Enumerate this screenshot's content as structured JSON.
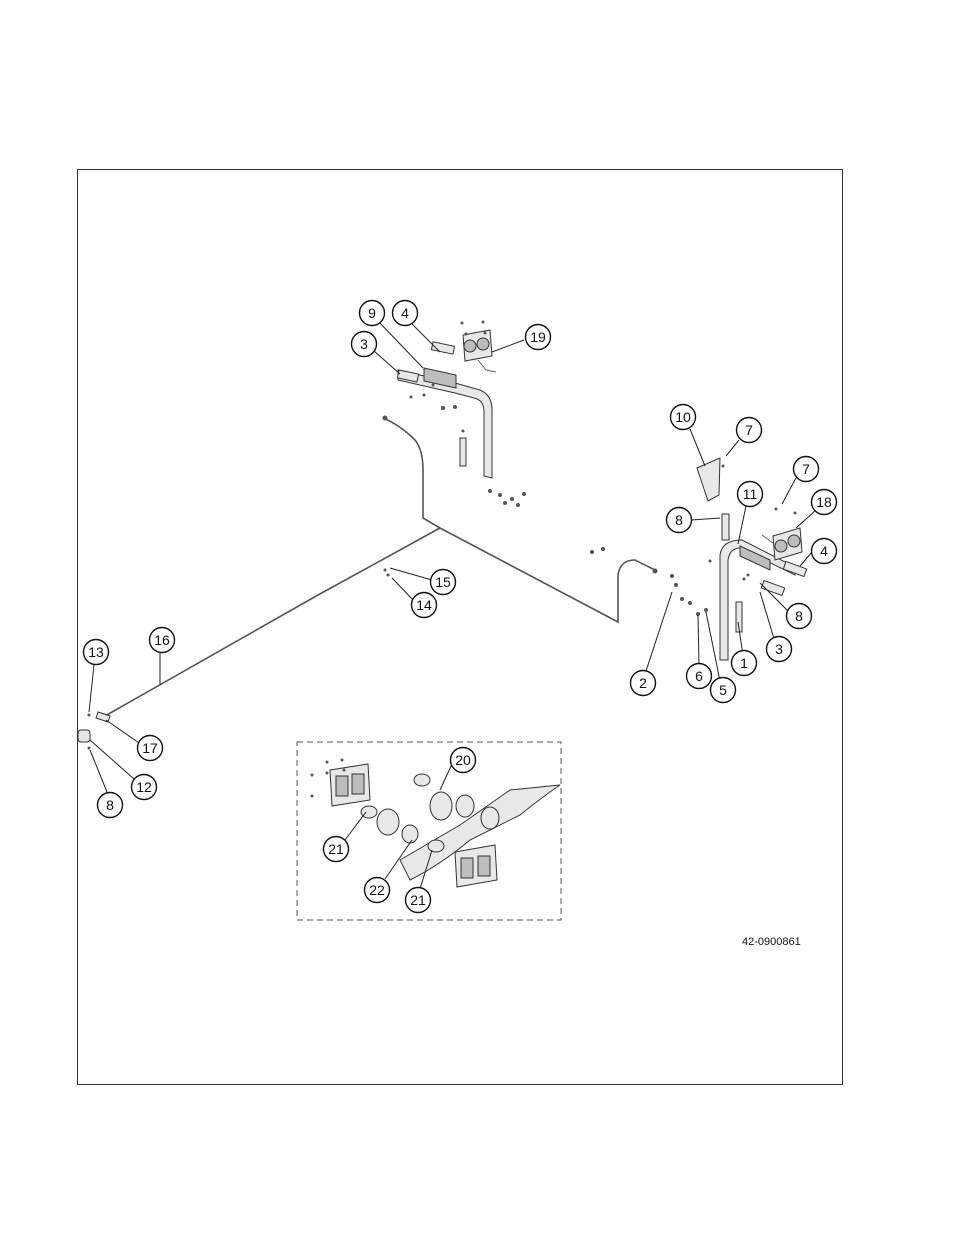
{
  "drawing": {
    "drawing_number": "42-0900861",
    "callouts": {
      "c9": "9",
      "c4a": "4",
      "c19": "19",
      "c3a": "3",
      "c10": "10",
      "c7a": "7",
      "c7b": "7",
      "c11": "11",
      "c18": "18",
      "c8a": "8",
      "c4b": "4",
      "c8b": "8",
      "c3b": "3",
      "c1": "1",
      "c2": "2",
      "c6": "6",
      "c5": "5",
      "c15": "15",
      "c14": "14",
      "c13": "13",
      "c16": "16",
      "c17": "17",
      "c12": "12",
      "c8c": "8",
      "c20": "20",
      "c21a": "21",
      "c22": "22",
      "c21b": "21"
    }
  }
}
